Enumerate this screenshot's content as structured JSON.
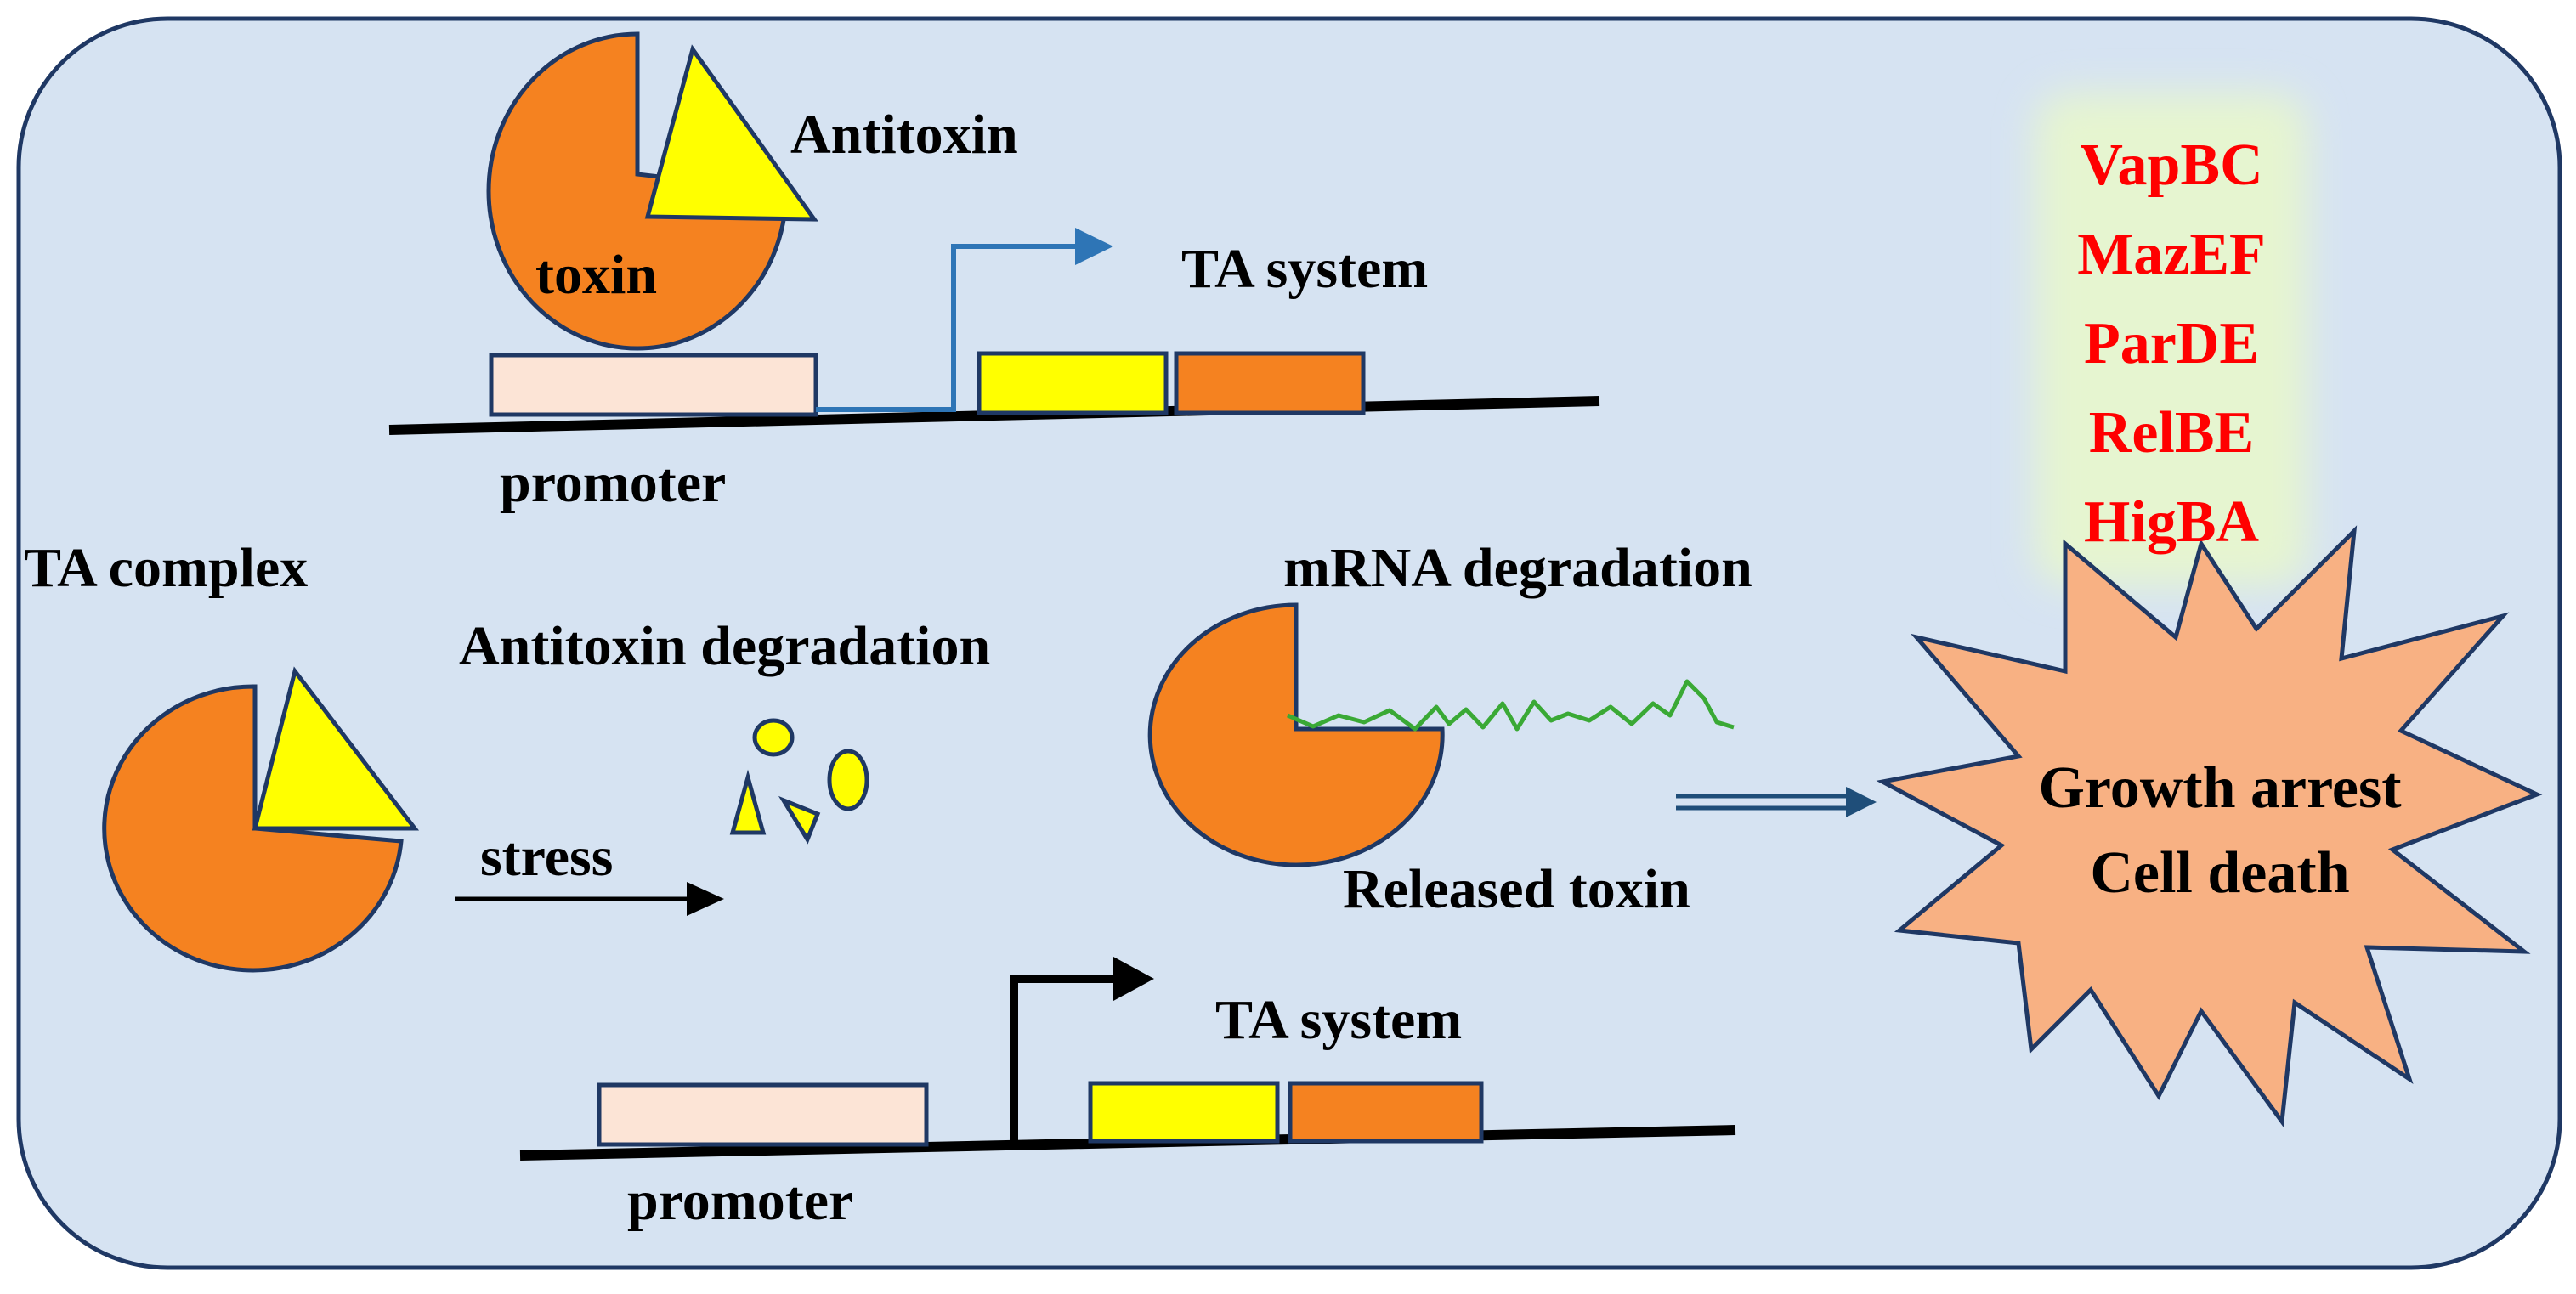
{
  "colors": {
    "background_panel": "#d6e3f2",
    "panel_border": "#1f3864",
    "toxin": "#f58220",
    "antitoxin": "#ffff00",
    "promoter_box": "#fce4d6",
    "outline": "#1f3864",
    "label_text": "#000000",
    "family_text": "#ff0000",
    "family_glow": "#e6f5d0",
    "promoter_arrow_top": "#2e75b6",
    "starburst": "#f8b183",
    "mrna": "#3aa935",
    "double_arrow": "#1f4e79"
  },
  "labels": {
    "antitoxin": "Antitoxin",
    "toxin": "toxin",
    "ta_system_top": "TA system",
    "promoter_top": "promoter",
    "ta_complex": "TA complex",
    "antitoxin_degradation": "Antitoxin degradation",
    "stress": "stress",
    "mrna_degradation": "mRNA degradation",
    "released_toxin": "Released toxin",
    "ta_system_bottom": "TA system",
    "promoter_bottom": "promoter",
    "outcome_line1": "Growth arrest",
    "outcome_line2": "Cell death"
  },
  "ta_families": [
    "VapBC",
    "MazEF",
    "ParDE",
    "RelBE",
    "HigBA"
  ]
}
